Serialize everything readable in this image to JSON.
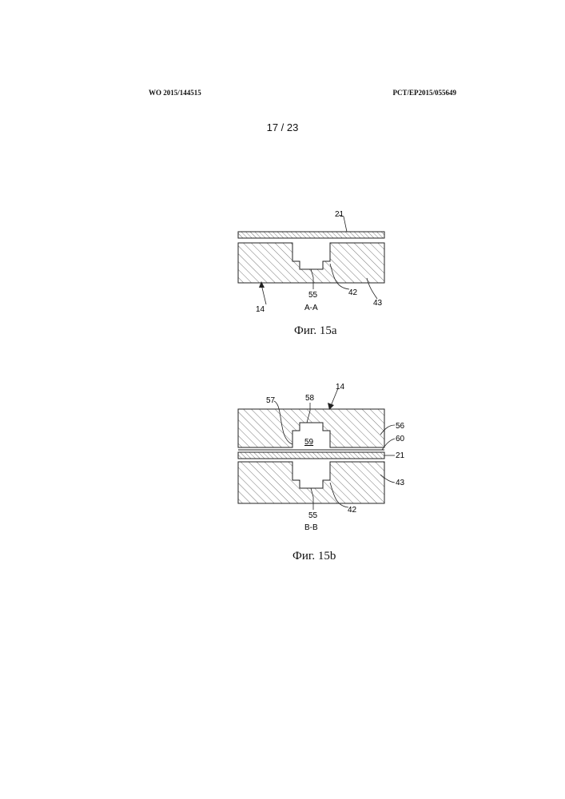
{
  "header": {
    "publication_number": "WO 2015/144515",
    "application_number": "PCT/EP2015/055649",
    "page_indicator": "17 / 23"
  },
  "figure_a": {
    "caption": "Фиг. 15а",
    "section_label": "A-A",
    "labels": {
      "plate": "21",
      "channel": "55",
      "groove": "42",
      "base": "43",
      "assembly": "14"
    }
  },
  "figure_b": {
    "caption": "Фиг. 15b",
    "section_label": "B-B",
    "labels": {
      "edge": "57",
      "recess": "58",
      "assembly": "14",
      "cavity": "59",
      "upper_block": "56",
      "sheet": "60",
      "plate": "21",
      "base": "43",
      "channel": "55",
      "groove": "42"
    }
  }
}
